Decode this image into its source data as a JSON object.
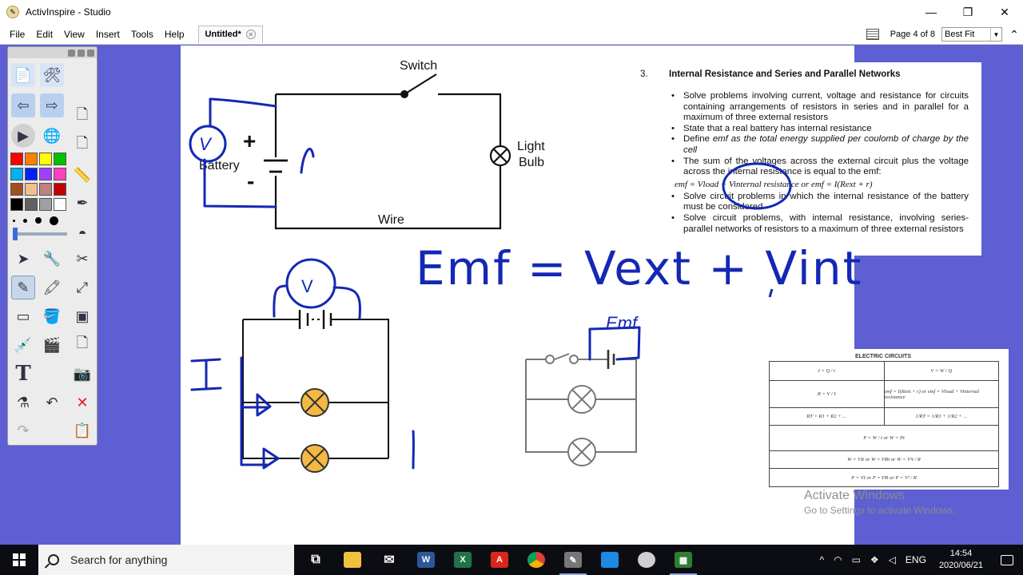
{
  "window": {
    "title": "ActivInspire - Studio",
    "controls": {
      "minimize": "—",
      "maximize": "❐",
      "close": "✕"
    }
  },
  "menu": {
    "items": [
      "File",
      "Edit",
      "View",
      "Insert",
      "Tools",
      "Help"
    ],
    "document_tab": "Untitled*",
    "page_indicator": "Page 4 of 8",
    "zoom": "Best Fit"
  },
  "toolbox": {
    "colors": [
      "#ff0000",
      "#ff8000",
      "#ffff00",
      "#00c000",
      "#00b0f0",
      "#0020ff",
      "#a040ff",
      "#ff40c0",
      "#a05020",
      "#f0c090",
      "#c08080",
      "#c00000",
      "#000000",
      "#606060",
      "#a0a0a0",
      "#ffffff"
    ],
    "tools": [
      "flipchart-icon",
      "browser-icon",
      "previous-page-icon",
      "next-page-icon",
      "page-icon",
      "play-icon",
      "desktop-icon",
      "copy-icon",
      "select-icon",
      "tools-icon",
      "scissors-icon",
      "pen-icon",
      "highlighter-icon",
      "magic-ink-icon",
      "eraser-icon",
      "fill-icon",
      "shape-icon",
      "eyedropper-icon",
      "clipart-icon",
      "page-resize-icon",
      "text-icon",
      "camera-icon",
      "undo-icon",
      "delete-icon",
      "redo-icon",
      "clear-icon",
      "ruler-icon",
      "protractor-icon"
    ]
  },
  "canvas": {
    "diagram_labels": {
      "switch": "Switch",
      "light_line1": "Light",
      "light_line2": "Bulb",
      "battery": "Battery",
      "wire": "Wire",
      "plus": "+",
      "minus": "-"
    },
    "handwriting": {
      "equation": "Emf = Vext + Vint",
      "current": "I",
      "emf_label": "Emf",
      "voltmeter_top": "V",
      "voltmeter_left": "V",
      "r_label": "r"
    }
  },
  "document": {
    "number": "3.",
    "heading": "Internal Resistance and Series and Parallel Networks",
    "bullets": [
      "Solve problems involving current, voltage and resistance for circuits containing arrangements of resistors in series and in parallel for a maximum of three external resistors",
      "State that a real battery has internal resistance",
      "Define emf as the total energy supplied per coulomb of charge by the cell",
      "The sum of the voltages across the external circuit plus the voltage across the internal resistance is equal to the emf:",
      "Solve circuit problems in which the internal resistance of the battery must be considered",
      "Solve circuit problems, with internal resistance, involving series-parallel networks of resistors to a maximum of three external resistors"
    ],
    "bullet3_prefix": "Define ",
    "bullet3_emph": "emf as the total energy supplied per coulomb of charge by the cell",
    "formula_line": "emf = Vload + Vinternal resistance   or   emf = I(Rext + r)"
  },
  "formula_sheet": {
    "title": "ELECTRIC CIRCUITS",
    "rows": [
      [
        "I = Q / t",
        "V = W / Q"
      ],
      [
        "R = V / I",
        "emf = I(Rext + r)  or  emf = Vload + Vinternal resistance"
      ],
      [
        "RT = R1 + R2 + ...",
        "1/RT = 1/R1 + 1/R2 + ..."
      ],
      [
        "P = W / t     or     W = Pt"
      ],
      [
        "W = VIt     or     W = I²Rt     or     W = V²t / R"
      ],
      [
        "P = VI     or     P = I²R     or     P = V² / R"
      ]
    ]
  },
  "watermark": {
    "line1": "Activate Windows",
    "line2": "Go to Settings to activate Windows."
  },
  "taskbar": {
    "search_placeholder": "Search for anything",
    "apps": [
      {
        "name": "task-view-icon",
        "glyph": "⧉",
        "color": "#0c0d12"
      },
      {
        "name": "file-explorer-icon",
        "glyph": "",
        "color": "#f0c040"
      },
      {
        "name": "mail-icon",
        "glyph": "✉",
        "color": "#0c0d12"
      },
      {
        "name": "word-icon",
        "glyph": "W",
        "color": "#2b579a"
      },
      {
        "name": "excel-icon",
        "glyph": "X",
        "color": "#217346"
      },
      {
        "name": "acrobat-icon",
        "glyph": "A",
        "color": "#d9261c"
      },
      {
        "name": "chrome-icon",
        "glyph": "",
        "color": "#dd4b39"
      },
      {
        "name": "activinspire-icon",
        "glyph": "✎",
        "color": "#777777"
      },
      {
        "name": "photos-icon",
        "glyph": "",
        "color": "#1e88e5"
      },
      {
        "name": "paint-icon",
        "glyph": "",
        "color": "#cfcfcf"
      },
      {
        "name": "studio-icon",
        "glyph": "▦",
        "color": "#2f7d32"
      }
    ],
    "tray": {
      "chevron": "^",
      "language": "ENG",
      "time": "14:54",
      "date": "2020/06/21"
    }
  }
}
